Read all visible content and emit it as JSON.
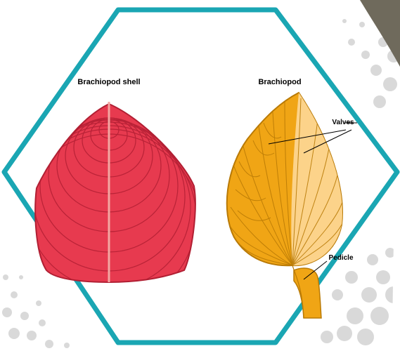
{
  "diagram": {
    "left_title": "Brachiopod shell",
    "right_title": "Brachiopod",
    "callouts": {
      "valves": "Valves",
      "pedicle": "Pedicle"
    }
  },
  "colors": {
    "frame": "#1aa6b3",
    "shell_fill": "#e73a4f",
    "shell_line": "#b11f33",
    "midline": "#f3a7a2",
    "brachiopod_fill": "#f0a515",
    "brachiopod_light": "#fcd38a",
    "brachiopod_line": "#b97a06",
    "dots": "#d7d7d7",
    "rock": "#6f6a5c"
  }
}
